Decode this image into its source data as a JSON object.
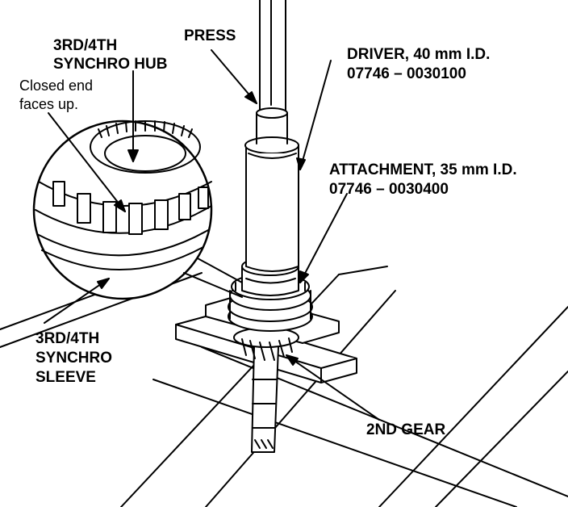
{
  "labels": {
    "press": "PRESS",
    "driver": "DRIVER, 40 mm I.D.",
    "driver_part": "07746 – 0030100",
    "attachment": "ATTACHMENT, 35 mm I.D.",
    "attachment_part": "07746 – 0030400",
    "hub_line1": "3RD/4TH",
    "hub_line2": "SYNCHRO HUB",
    "note_line1": "Closed end",
    "note_line2": "faces up.",
    "sleeve_line1": "3RD/4TH",
    "sleeve_line2": "SYNCHRO",
    "sleeve_line3": "SLEEVE",
    "second_gear": "2ND GEAR"
  }
}
